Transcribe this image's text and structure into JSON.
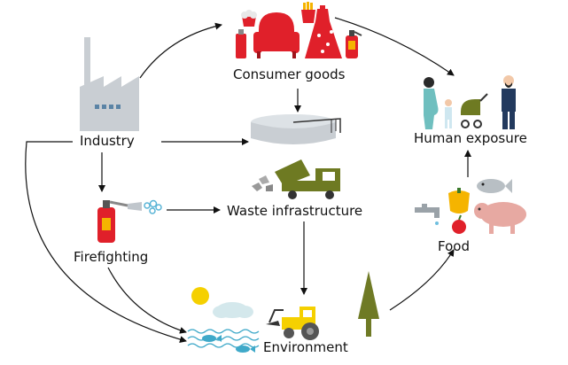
{
  "nodes": {
    "consumer_goods": "Consumer goods",
    "human_exposure": "Human exposure",
    "industry": "Industry",
    "waste_infrastructure": "Waste infrastructure",
    "firefighting": "Firefighting",
    "food": "Food",
    "environment": "Environment"
  },
  "colors": {
    "red": "#e0202a",
    "factory_gray": "#c9ced3",
    "truck_olive": "#6e7a22",
    "tree_olive": "#6f7a25",
    "pig_pink": "#e7a9a2",
    "pepper_yellow": "#f5b400",
    "water_blue": "#3fa9c9",
    "person_blue": "#233a5e",
    "arrow": "#111111"
  },
  "icons": [
    "factory-icon",
    "consumer-goods-icon",
    "treatment-tank-icon",
    "dump-truck-icon",
    "fire-extinguisher-icon",
    "family-icon",
    "food-icon",
    "environment-icon"
  ]
}
